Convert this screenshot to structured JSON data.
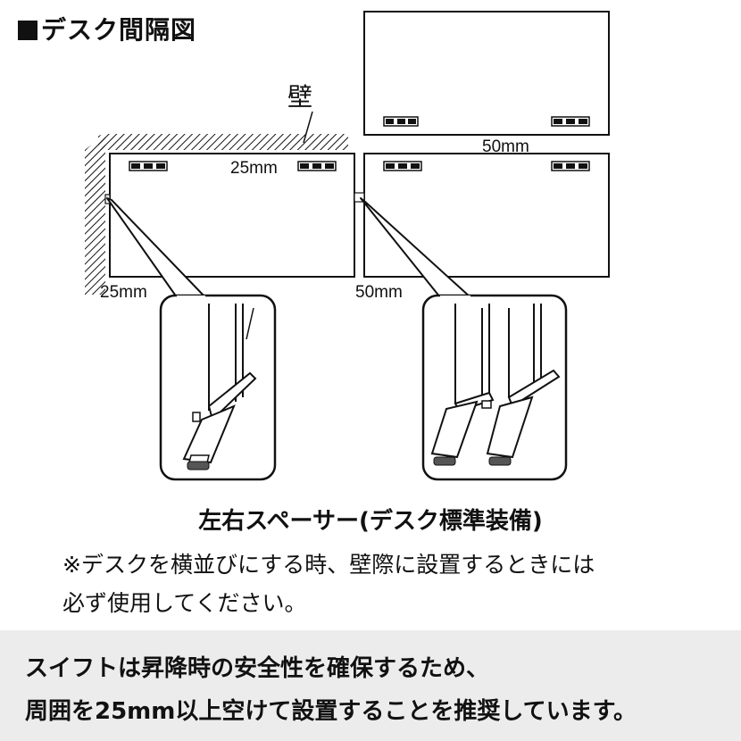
{
  "title": "デスク間隔図",
  "diagram": {
    "wall_label": "壁",
    "dim_25_top": "25mm",
    "dim_25_left": "25mm",
    "dim_50_top": "50mm",
    "dim_50_bottom": "50mm"
  },
  "caption": "左右スペーサー(デスク標準装備)",
  "note_line1": "※デスクを横並びにする時、壁際に設置するときには",
  "note_line2": "必ず使用してください。",
  "footer_line1": "スイフトは昇降時の安全性を確保するため、",
  "footer_line2": "周囲を25mm以上空けて設置することを推奨しています。",
  "colors": {
    "band_bg": "#ececec",
    "ink": "#111111"
  }
}
